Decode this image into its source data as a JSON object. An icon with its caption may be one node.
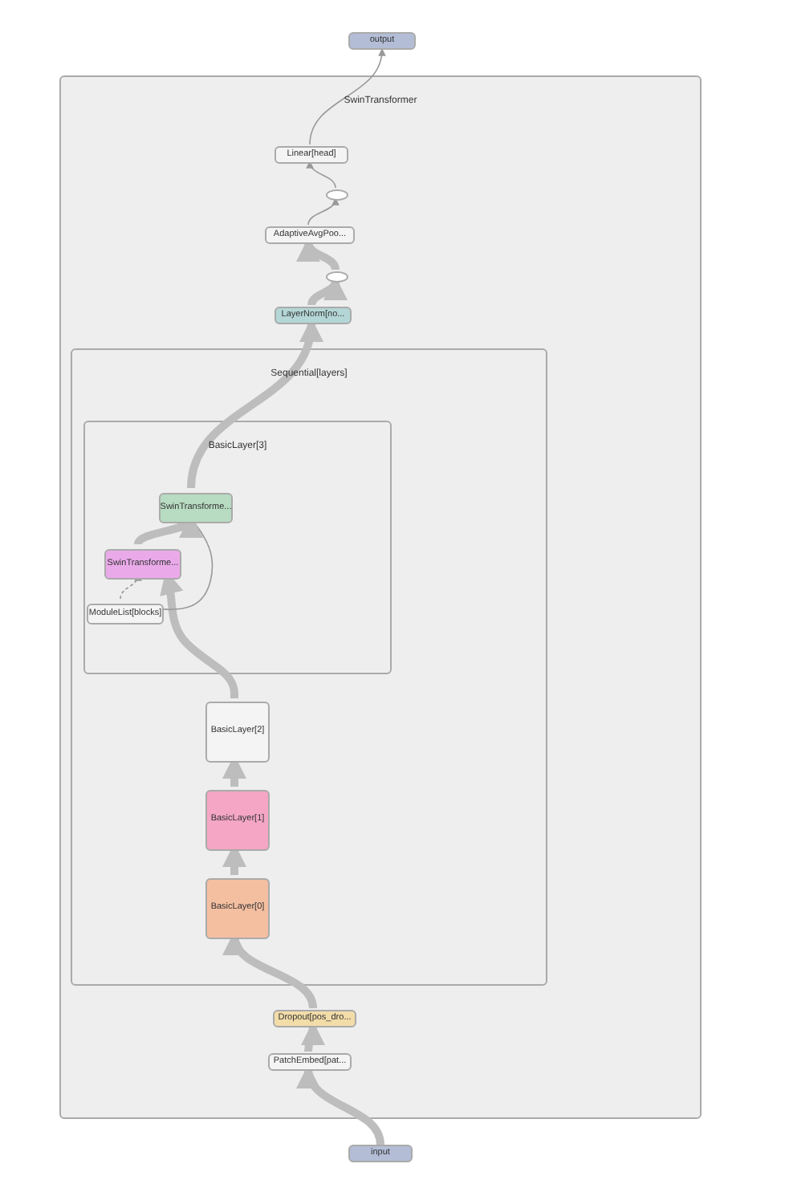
{
  "diagram": {
    "nodes": [
      {
        "text": [
          "output"
        ]
      },
      {
        "text": [
          "SwinTransformer"
        ]
      },
      {
        "text": [
          "Linear[head]"
        ],
        "in": 1
      },
      {
        "text": [],
        "shape": "circle",
        "in": 1
      },
      {
        "text": [
          "AdaptiveAvgPoo..."
        ],
        "in": 1
      },
      {
        "text": [],
        "shape": "circle",
        "in": 1
      },
      {
        "text": [
          "LayerNorm[no..."
        ],
        "in": 1
      },
      {
        "text": [
          "Sequential[layers]"
        ],
        "in": 1
      },
      {
        "text": [
          "BasicLayer[3]"
        ],
        "in": 7
      },
      {
        "text": [
          "SwinTransforme..."
        ],
        "in": 8
      },
      {
        "text": [
          "SwinTransforme..."
        ],
        "in": 8
      },
      {
        "text": [
          "ModuleList[blocks]"
        ],
        "in": 8
      },
      {
        "text": [
          "BasicLayer[2]"
        ],
        "in": 7
      },
      {
        "text": [
          "BasicLayer[1]"
        ],
        "in": 7
      },
      {
        "text": [
          "BasicLayer[0]"
        ],
        "in": 7
      },
      {
        "text": [
          "Dropout[pos_dro..."
        ],
        "in": 1
      },
      {
        "text": [
          "PatchEmbed[pat..."
        ],
        "in": 1
      },
      {
        "text": [
          "input"
        ]
      }
    ],
    "edges": [
      {
        "from": 17,
        "to": 16,
        "arrow": "to"
      },
      {
        "from": 16,
        "to": 15,
        "arrow": "to"
      },
      {
        "from": 15,
        "to": 14,
        "arrow": "to"
      },
      {
        "from": 14,
        "to": 13,
        "arrow": "to"
      },
      {
        "from": 13,
        "to": 12,
        "arrow": "to"
      },
      {
        "from": 12,
        "to": 10,
        "arrow": "to"
      },
      {
        "from": 11,
        "to": 10,
        "arrow": "to",
        "style": "dashed",
        "color": "#999999"
      },
      {
        "from": 11,
        "to": 9,
        "arrow": "to",
        "color": "#999999"
      },
      {
        "from": 10,
        "to": 9,
        "arrow": "to"
      },
      {
        "from": 9,
        "to": 6,
        "arrow": "to"
      },
      {
        "from": 6,
        "to": 5,
        "arrow": "to"
      },
      {
        "from": 5,
        "to": 4,
        "arrow": "to"
      },
      {
        "from": 4,
        "to": 3,
        "arrow": "to",
        "color": "#999999"
      },
      {
        "from": 3,
        "to": 2,
        "arrow": "to",
        "color": "#999999"
      },
      {
        "from": 2,
        "to": 0,
        "arrow": "to",
        "color": "#999999"
      }
    ]
  }
}
